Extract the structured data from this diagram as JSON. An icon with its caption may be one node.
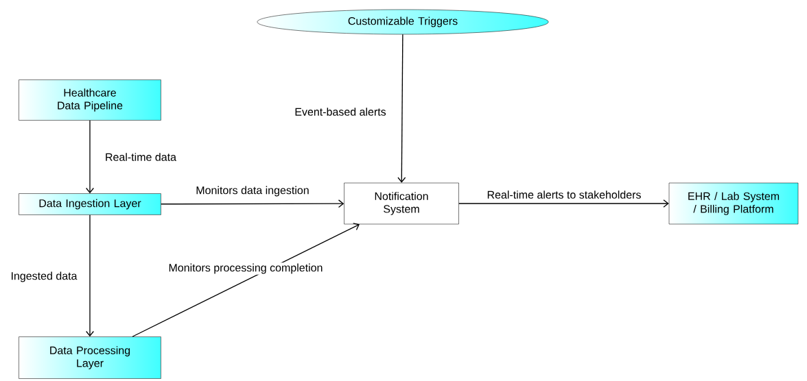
{
  "diagram": {
    "nodes": [
      {
        "text": [
          "Customizable Triggers"
        ]
      },
      {
        "text": [
          "Healthcare Data Pipeline"
        ]
      },
      {
        "text": [
          "Data Ingestion Layer"
        ]
      },
      {
        "text": [
          "Notification System"
        ]
      },
      {
        "text": [
          "EHR / Lab System / Billing Platform"
        ]
      },
      {
        "text": [
          "Data Processing Layer"
        ]
      }
    ],
    "edges": [
      {
        "from": 0,
        "to": 3,
        "arrow": "to",
        "label": "Event-based alerts"
      },
      {
        "from": 1,
        "to": 2,
        "arrow": "to",
        "label": "Real-time data"
      },
      {
        "from": 2,
        "to": 3,
        "arrow": "to",
        "label": "Monitors data ingestion"
      },
      {
        "from": 2,
        "to": 5,
        "arrow": "to",
        "label": "Ingested data"
      },
      {
        "from": 5,
        "to": 3,
        "arrow": "to",
        "label": "Monitors processing completion"
      },
      {
        "from": 3,
        "to": 4,
        "arrow": "to",
        "label": "Real-time alerts to stakeholders"
      }
    ]
  }
}
